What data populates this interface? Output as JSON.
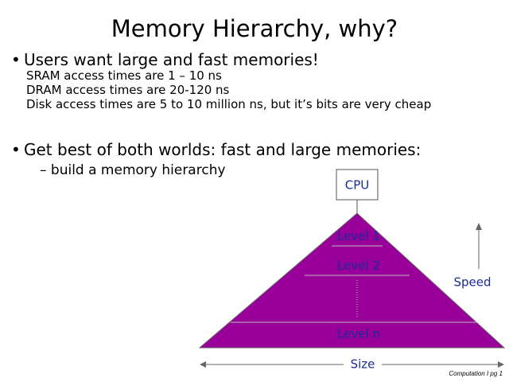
{
  "slide": {
    "title": "Memory Hierarchy, why?",
    "bullet1": {
      "marker": "•",
      "text": "Users want large and fast memories!",
      "lines": [
        "SRAM access times are 1 – 10 ns",
        "DRAM access times are 20-120 ns",
        "Disk access times are 5 to 10 million ns, but it’s bits are very cheap"
      ]
    },
    "bullet2": {
      "marker": "•",
      "text": "Get best of both worlds: fast and large memories:",
      "sub": "– build a memory hierarchy"
    },
    "diagram": {
      "cpu_label": "CPU",
      "levels": [
        "Level 1",
        "Level 2",
        "Level n"
      ],
      "speed_label": "Speed",
      "size_label": "Size",
      "fill_color": "#990099",
      "label_color": "#1a2a99"
    },
    "footer": "Computation I  pg 1"
  }
}
